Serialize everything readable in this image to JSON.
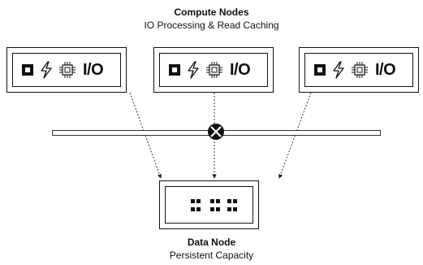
{
  "compute": {
    "title": "Compute Nodes",
    "subtitle": "IO Processing & Read Caching",
    "nodes": [
      {
        "io_label": "I/O",
        "icons": [
          "square-stop-icon",
          "lightning-bolt-icon",
          "cpu-chip-icon"
        ]
      },
      {
        "io_label": "I/O",
        "icons": [
          "square-stop-icon",
          "lightning-bolt-icon",
          "cpu-chip-icon"
        ]
      },
      {
        "io_label": "I/O",
        "icons": [
          "square-stop-icon",
          "lightning-bolt-icon",
          "cpu-chip-icon"
        ]
      }
    ]
  },
  "network": {
    "switch_icon": "switch-cross-icon"
  },
  "data_node": {
    "title": "Data Node",
    "subtitle": "Persistent Capacity",
    "icon": "storage-dots-icon"
  }
}
